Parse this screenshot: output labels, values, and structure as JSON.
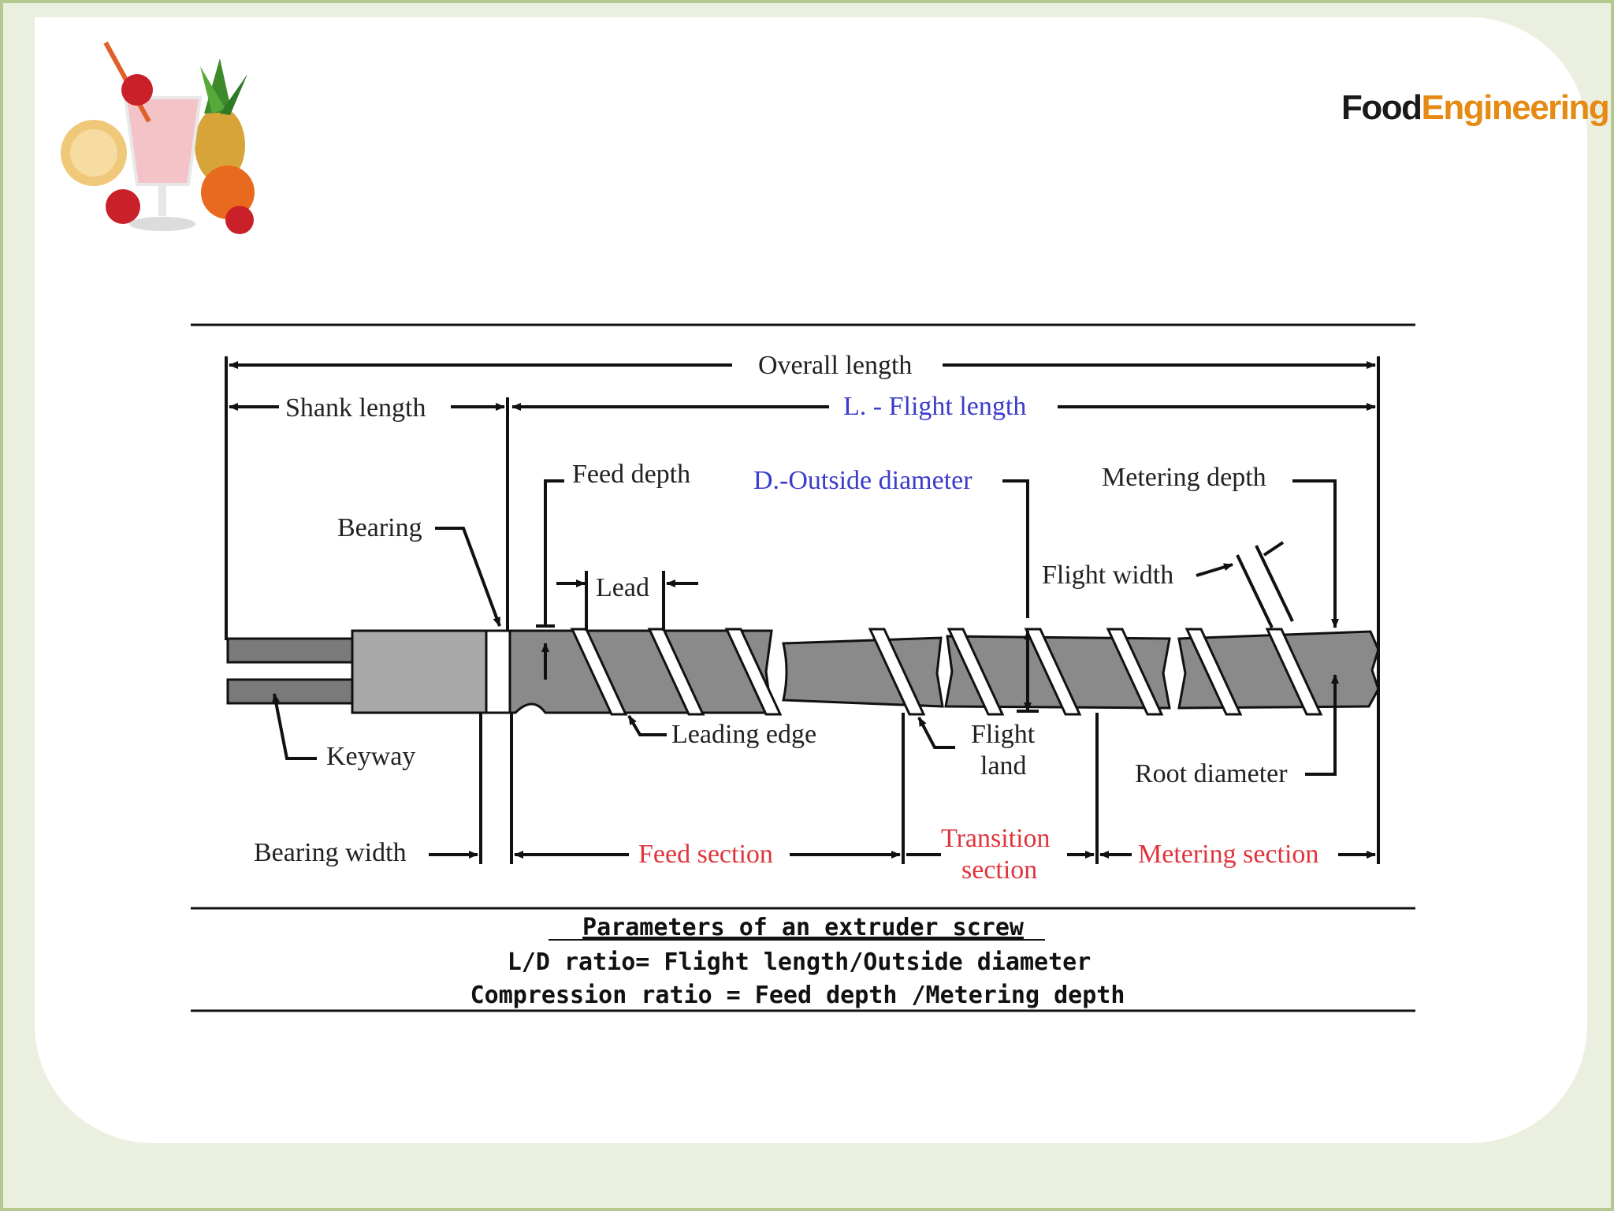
{
  "brand": {
    "part1": "Food",
    "part2": "Engineering"
  },
  "diagram": {
    "labels": {
      "overall_length": "Overall length",
      "shank_length": "Shank length",
      "flight_length": "L. - Flight length",
      "feed_depth": "Feed depth",
      "outside_diameter": "D.-Outside diameter",
      "metering_depth": "Metering depth",
      "bearing": "Bearing",
      "lead": "Lead",
      "flight_width": "Flight width",
      "keyway": "Keyway",
      "leading_edge": "Leading edge",
      "flight_land_1": "Flight",
      "flight_land_2": "land",
      "root_diameter": "Root diameter",
      "bearing_width": "Bearing width",
      "feed_section": "Feed section",
      "transition_1": "Transition",
      "transition_2": "section",
      "metering_section": "Metering section"
    },
    "caption": {
      "title": "Parameters of an extruder screw",
      "line1": "L/D ratio= Flight length/Outside diameter",
      "line2": "Compression ratio = Feed depth /Metering depth"
    }
  },
  "colors": {
    "blue_labels": "#3b3ccb",
    "red_labels": "#e0343c",
    "brand_accent": "#e58a13",
    "frame": "#b4c98f"
  }
}
